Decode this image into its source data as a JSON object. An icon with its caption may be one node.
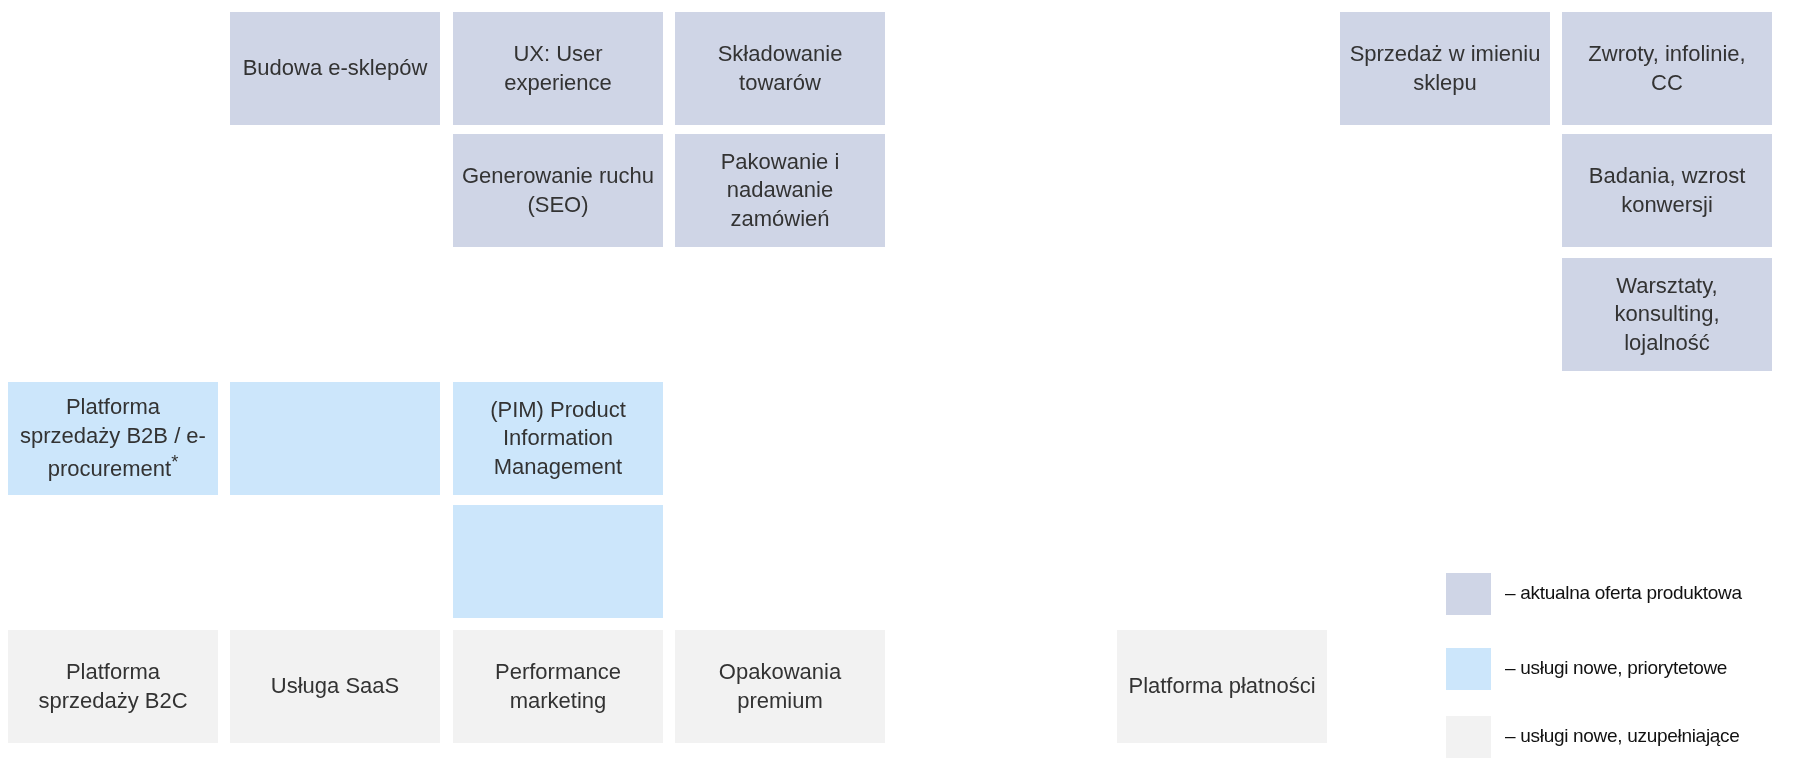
{
  "diagram": {
    "nodes": [
      {
        "text": [
          "Budowa e-sklepów"
        ]
      },
      {
        "text": [
          "UX: User experience"
        ]
      },
      {
        "text": [
          "Składowanie towarów"
        ]
      },
      {
        "text": [
          "Sprzedaż w imieniu sklepu"
        ]
      },
      {
        "text": [
          "Zwroty, infolinie, CC"
        ]
      },
      {
        "text": [
          "Generowanie ruchu (SEO)"
        ]
      },
      {
        "text": [
          "Pakowanie i nadawanie zamówień"
        ]
      },
      {
        "text": [
          "Badania, wzrost konwersji"
        ]
      },
      {
        "text": [
          "Warsztaty, konsulting, lojalność"
        ]
      },
      {
        "text": [
          "Platforma sprzedaży B2B / e-procurement$^{*}$"
        ]
      },
      {
        "text": [],
        "shape": "box"
      },
      {
        "text": [
          "(PIM) Product Information Management"
        ]
      },
      {
        "text": [],
        "shape": "box"
      },
      {
        "text": [
          "Platforma sprzedaży B2C"
        ]
      },
      {
        "text": [
          "Usługa SaaS"
        ]
      },
      {
        "text": [
          "Performance marketing"
        ]
      },
      {
        "text": [
          "Opakowania premium"
        ]
      },
      {
        "text": [
          "Platforma płatności"
        ]
      }
    ],
    "legend": [
      {
        "text": "– aktualna oferta produktowa",
        "color": "#cfd5e6"
      },
      {
        "text": "– usługi nowe, priorytetowe",
        "color": "#cce6fb"
      },
      {
        "text": "– usługi nowe, uzupełniające",
        "color": "#f2f2f2"
      }
    ]
  }
}
